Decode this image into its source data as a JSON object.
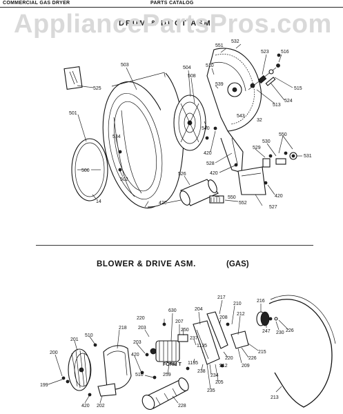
{
  "header": {
    "left": "COMMERCIAL GAS DRYER",
    "right": "PARTS CATALOG"
  },
  "watermark": "AppliancePartsPros.com",
  "section1": {
    "title": "DRUM & DUCT ASM"
  },
  "section2": {
    "title": "BLOWER & DRIVE ASM.",
    "subtitle": "(GAS)"
  },
  "callouts_top": [
    {
      "id": "c503",
      "text": "503"
    },
    {
      "id": "c525",
      "text": "525"
    },
    {
      "id": "c504",
      "text": "504"
    },
    {
      "id": "c508",
      "text": "508"
    },
    {
      "id": "c510",
      "text": "510"
    },
    {
      "id": "c539",
      "text": "539"
    },
    {
      "id": "c551",
      "text": "551"
    },
    {
      "id": "c532",
      "text": "532"
    },
    {
      "id": "c523",
      "text": "523"
    },
    {
      "id": "c516",
      "text": "516"
    },
    {
      "id": "c515",
      "text": "515"
    },
    {
      "id": "c524",
      "text": "524"
    },
    {
      "id": "c513",
      "text": "513"
    },
    {
      "id": "c543",
      "text": "543"
    },
    {
      "id": "c32",
      "text": "32"
    },
    {
      "id": "c540",
      "text": "540"
    },
    {
      "id": "c420a",
      "text": "420"
    },
    {
      "id": "c501",
      "text": "501"
    },
    {
      "id": "c534",
      "text": "534"
    },
    {
      "id": "c502",
      "text": "502"
    },
    {
      "id": "c500",
      "text": "500"
    },
    {
      "id": "c14",
      "text": "14"
    },
    {
      "id": "c528",
      "text": "528"
    },
    {
      "id": "c420b",
      "text": "420"
    },
    {
      "id": "c526",
      "text": "526"
    },
    {
      "id": "c550",
      "text": "550"
    },
    {
      "id": "c530",
      "text": "530"
    },
    {
      "id": "c529",
      "text": "529"
    },
    {
      "id": "c531",
      "text": "531"
    },
    {
      "id": "c420c",
      "text": "420"
    },
    {
      "id": "c550b",
      "text": "550"
    },
    {
      "id": "c552",
      "text": "552"
    },
    {
      "id": "c527",
      "text": "527"
    },
    {
      "id": "c420d",
      "text": "420"
    }
  ],
  "callouts_bottom": [
    {
      "id": "d217",
      "text": "217"
    },
    {
      "id": "d210",
      "text": "210"
    },
    {
      "id": "d216",
      "text": "216"
    },
    {
      "id": "d630",
      "text": "630"
    },
    {
      "id": "d220a",
      "text": "220"
    },
    {
      "id": "d207",
      "text": "207"
    },
    {
      "id": "d204",
      "text": "204"
    },
    {
      "id": "d208",
      "text": "208"
    },
    {
      "id": "d212",
      "text": "212"
    },
    {
      "id": "d247",
      "text": "247"
    },
    {
      "id": "d230",
      "text": "230"
    },
    {
      "id": "d226a",
      "text": "226"
    },
    {
      "id": "d218",
      "text": "218"
    },
    {
      "id": "d203a",
      "text": "203"
    },
    {
      "id": "d250",
      "text": "250"
    },
    {
      "id": "d510a",
      "text": "510"
    },
    {
      "id": "d201",
      "text": "201"
    },
    {
      "id": "d203b",
      "text": "203"
    },
    {
      "id": "d237",
      "text": "237"
    },
    {
      "id": "d1135a",
      "text": "1135"
    },
    {
      "id": "d220b",
      "text": "220"
    },
    {
      "id": "d226b",
      "text": "226"
    },
    {
      "id": "d215",
      "text": "215"
    },
    {
      "id": "d209",
      "text": "209"
    },
    {
      "id": "d200",
      "text": "200"
    },
    {
      "id": "d420a",
      "text": "420"
    },
    {
      "id": "d212b",
      "text": "212"
    },
    {
      "id": "d238",
      "text": "238"
    },
    {
      "id": "d234",
      "text": "234"
    },
    {
      "id": "d205",
      "text": "205"
    },
    {
      "id": "d1135b",
      "text": "1135"
    },
    {
      "id": "d235",
      "text": "235"
    },
    {
      "id": "dformt",
      "text": "FORM T"
    },
    {
      "id": "d510b",
      "text": "510"
    },
    {
      "id": "d259",
      "text": "259"
    },
    {
      "id": "d199",
      "text": "199"
    },
    {
      "id": "d420b",
      "text": "420"
    },
    {
      "id": "d202",
      "text": "202"
    },
    {
      "id": "d228",
      "text": "228"
    },
    {
      "id": "d213",
      "text": "213"
    }
  ]
}
